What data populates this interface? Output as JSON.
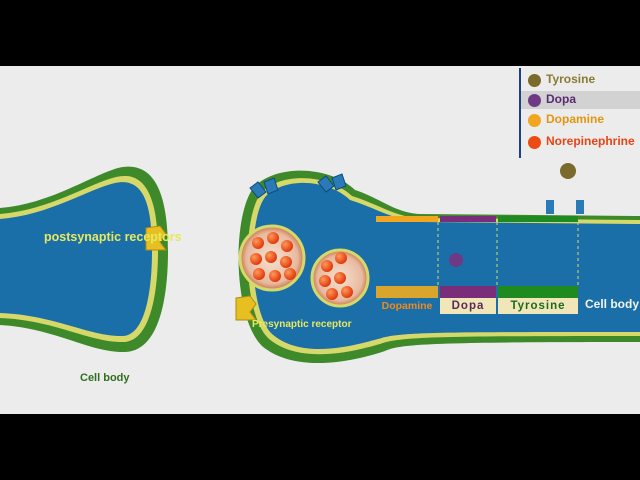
{
  "labels": {
    "postsynaptic_receptors": "postsynaptic receptors",
    "cell_body_left": "Cell body",
    "presynaptic_receptor": "Presynaptic receptor",
    "cell_body_right": "Cell body"
  },
  "bands": {
    "dopamine": "Dopamine",
    "dopa": "Dopa",
    "tyrosine": "Tyrosine"
  },
  "legend": [
    {
      "label": "Tyrosine",
      "color": "#7a6a2c",
      "text_color": "#8a7a34"
    },
    {
      "label": "Dopa",
      "color": "#6e3a86",
      "text_color": "#5a2a72"
    },
    {
      "label": "Dopamine",
      "color": "#f2a51e",
      "text_color": "#e2960e"
    },
    {
      "label": "Norepinephrine",
      "color": "#ee4a14",
      "text_color": "#e84414"
    }
  ],
  "colors": {
    "cytoplasm": "#1b6fa8",
    "membrane": "#3e8a2a",
    "membrane_edge": "#d6d86a",
    "vesicle_particle": "#ee4a14",
    "band_dopamine": "#f2a51e",
    "band_dopa": "#7a2e7a",
    "band_tyrosine": "#1f8a1f"
  }
}
